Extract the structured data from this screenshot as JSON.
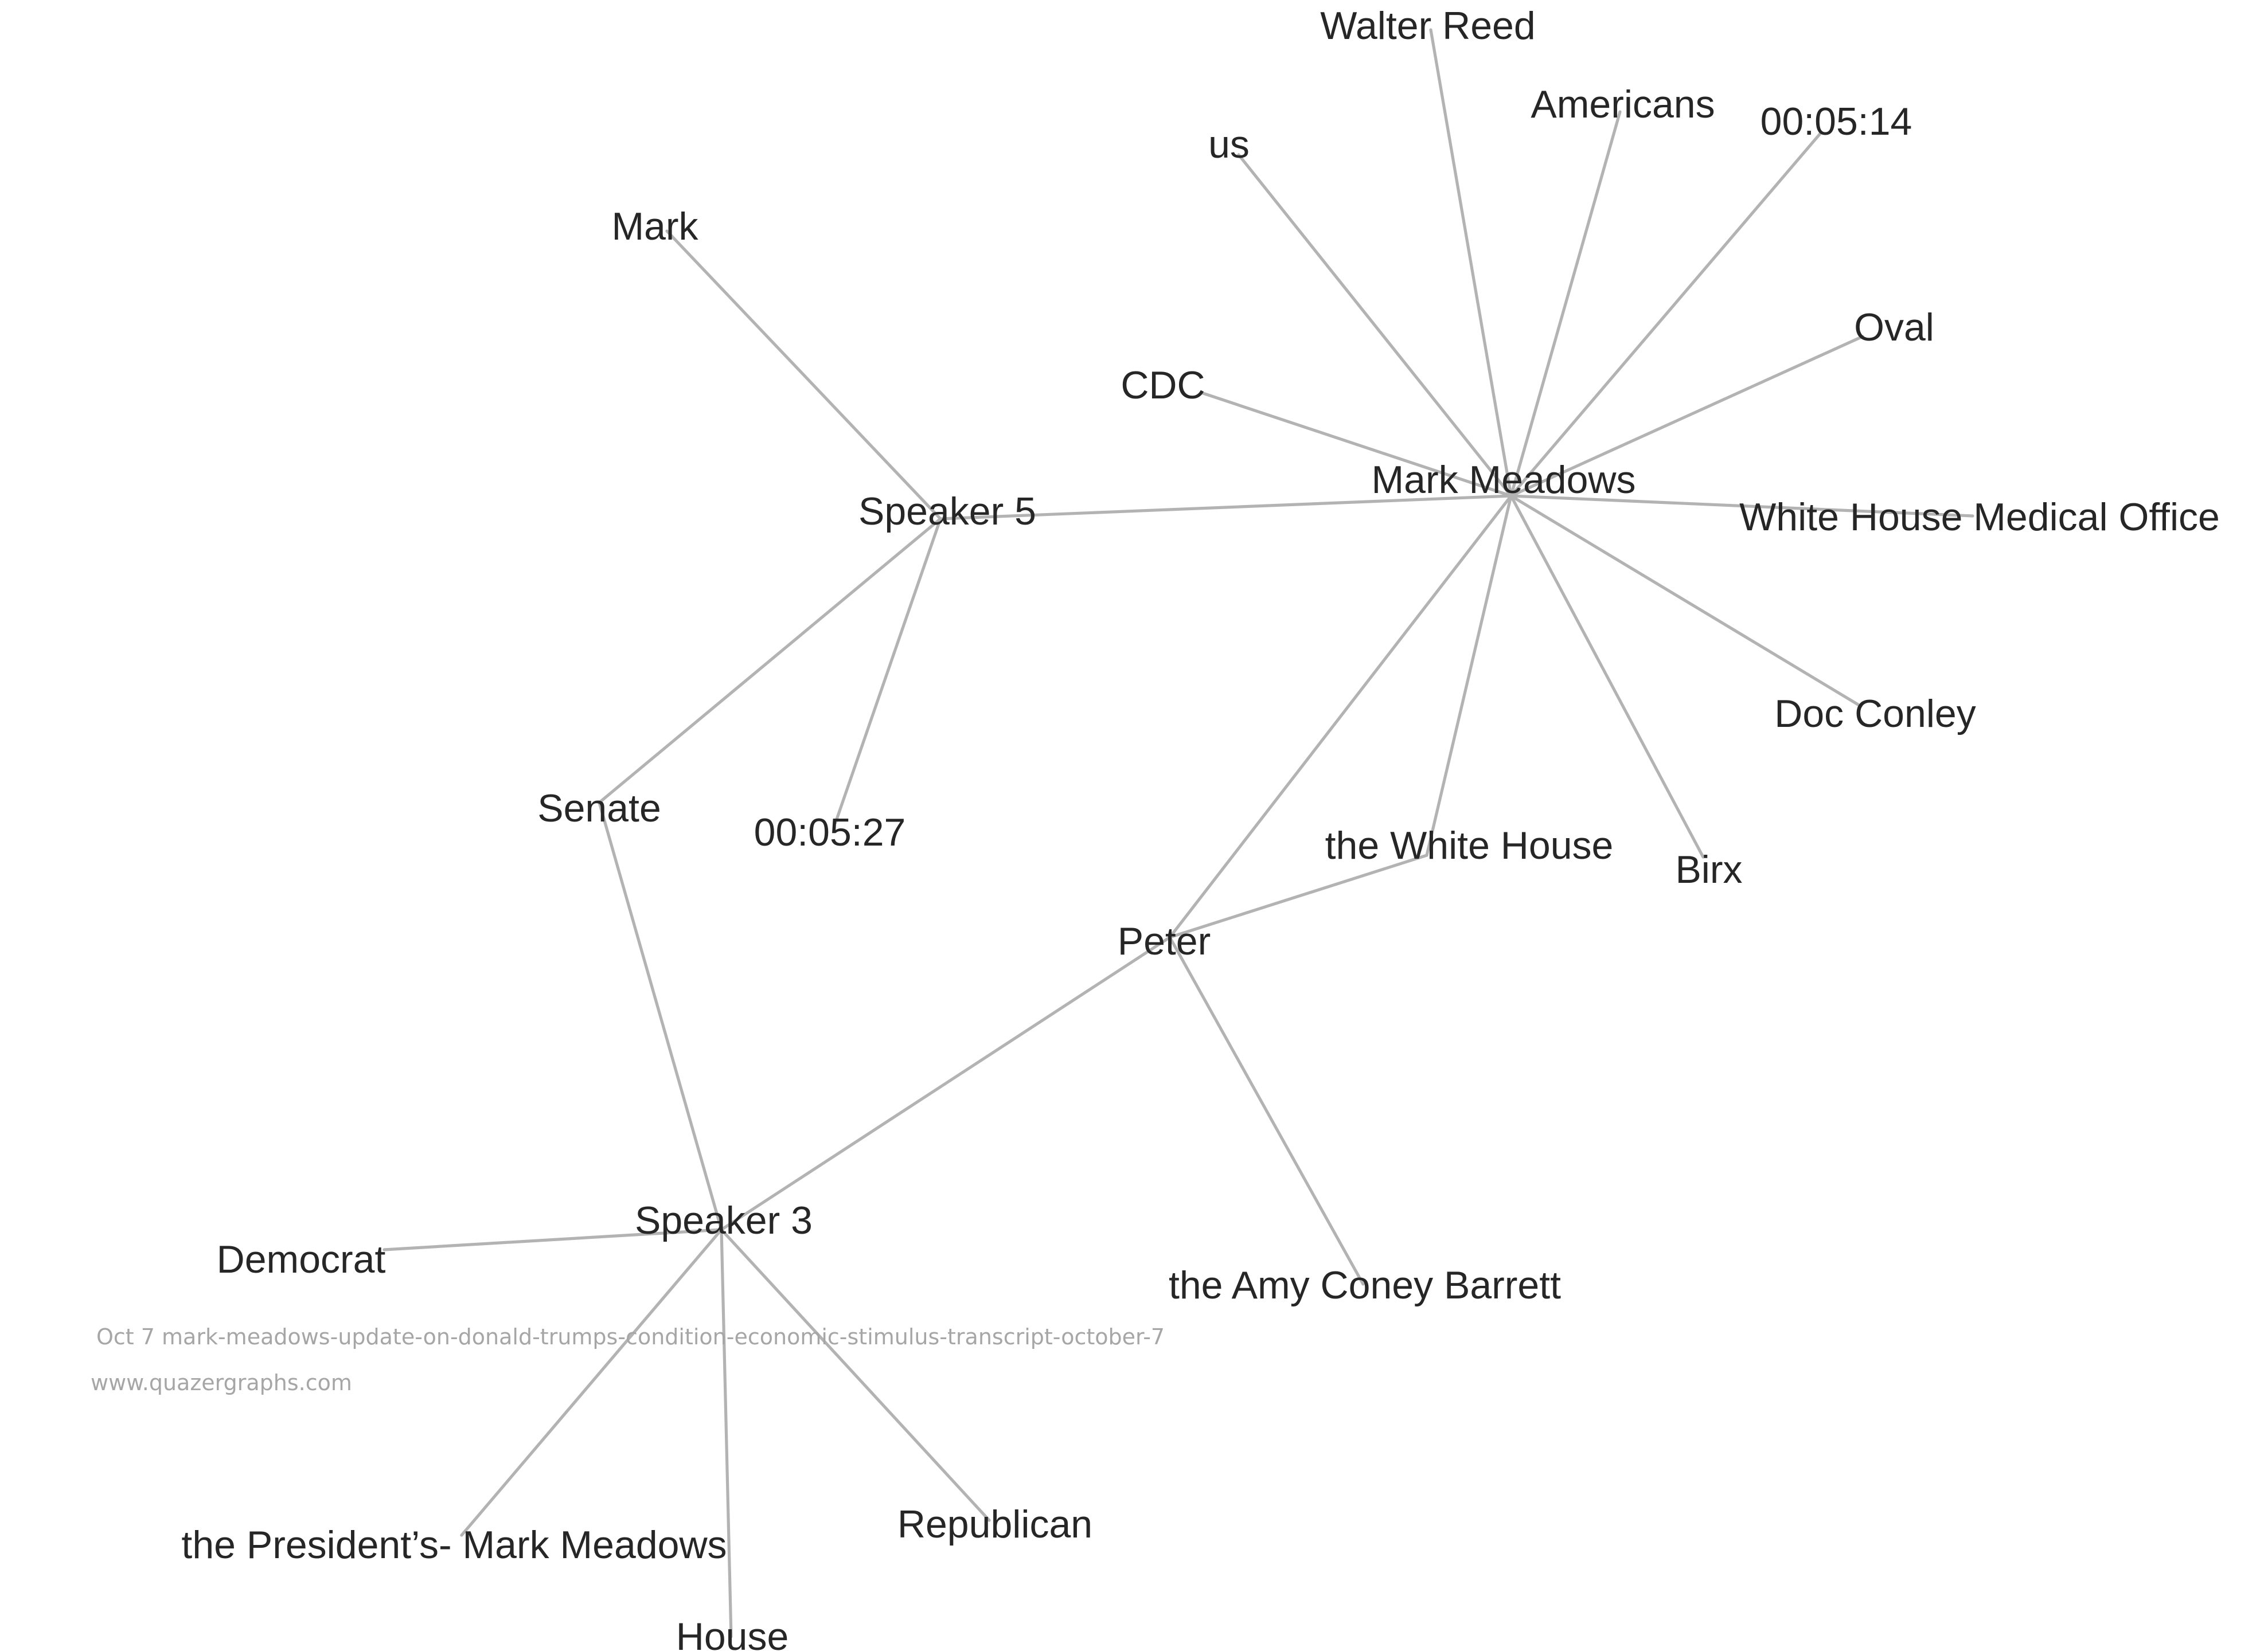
{
  "graph": {
    "nodes": [
      {
        "id": "mark-meadows",
        "label": "Mark Meadows"
      },
      {
        "id": "speaker-5",
        "label": "Speaker 5"
      },
      {
        "id": "speaker-3",
        "label": "Speaker 3"
      },
      {
        "id": "peter",
        "label": "Peter"
      },
      {
        "id": "senate",
        "label": "Senate"
      },
      {
        "id": "mark",
        "label": "Mark"
      },
      {
        "id": "time-0527",
        "label": "00:05:27"
      },
      {
        "id": "walter-reed",
        "label": "Walter Reed"
      },
      {
        "id": "americans",
        "label": "Americans"
      },
      {
        "id": "time-0514",
        "label": "00:05:14"
      },
      {
        "id": "us",
        "label": "us"
      },
      {
        "id": "oval",
        "label": "Oval"
      },
      {
        "id": "cdc",
        "label": "CDC"
      },
      {
        "id": "wh-medical-office",
        "label": "White House Medical Office"
      },
      {
        "id": "doc-conley",
        "label": "Doc Conley"
      },
      {
        "id": "birx",
        "label": "Birx"
      },
      {
        "id": "the-white-house",
        "label": "the White House"
      },
      {
        "id": "amy-coney-barrett",
        "label": "the Amy Coney Barrett"
      },
      {
        "id": "democrat",
        "label": "Democrat"
      },
      {
        "id": "republican",
        "label": "Republican"
      },
      {
        "id": "presidents-mark-meadows",
        "label": "the President’s- Mark Meadows"
      },
      {
        "id": "house",
        "label": "House"
      }
    ],
    "edges": [
      [
        "mark-meadows",
        "walter-reed"
      ],
      [
        "mark-meadows",
        "americans"
      ],
      [
        "mark-meadows",
        "time-0514"
      ],
      [
        "mark-meadows",
        "us"
      ],
      [
        "mark-meadows",
        "oval"
      ],
      [
        "mark-meadows",
        "cdc"
      ],
      [
        "mark-meadows",
        "wh-medical-office"
      ],
      [
        "mark-meadows",
        "doc-conley"
      ],
      [
        "mark-meadows",
        "birx"
      ],
      [
        "mark-meadows",
        "the-white-house"
      ],
      [
        "mark-meadows",
        "peter"
      ],
      [
        "mark-meadows",
        "speaker-5"
      ],
      [
        "speaker-5",
        "mark"
      ],
      [
        "speaker-5",
        "senate"
      ],
      [
        "speaker-5",
        "time-0527"
      ],
      [
        "senate",
        "speaker-3"
      ],
      [
        "peter",
        "the-white-house"
      ],
      [
        "peter",
        "amy-coney-barrett"
      ],
      [
        "peter",
        "speaker-3"
      ],
      [
        "speaker-3",
        "democrat"
      ],
      [
        "speaker-3",
        "republican"
      ],
      [
        "speaker-3",
        "presidents-mark-meadows"
      ],
      [
        "speaker-3",
        "house"
      ]
    ]
  },
  "caption": {
    "title": "Oct 7 mark-meadows-update-on-donald-trumps-condition-economic-stimulus-transcript-october-7",
    "website": "www.quazergraphs.com"
  }
}
